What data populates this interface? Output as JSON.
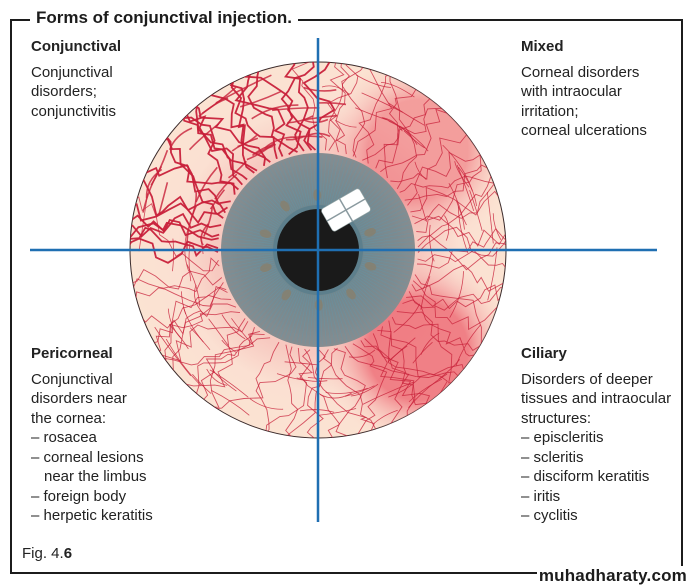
{
  "title": "Forms of conjunctival injection.",
  "quadrants": {
    "top_left": {
      "heading": "Conjunctival",
      "lines": [
        "Conjunctival",
        "disorders;",
        "conjunctivitis"
      ]
    },
    "top_right": {
      "heading": "Mixed",
      "lines": [
        "Corneal disorders",
        "with intraocular",
        "irritation;",
        "corneal ulcerations"
      ]
    },
    "bottom_left": {
      "heading": "Pericorneal",
      "lines": [
        "Conjunctival",
        "disorders near",
        "the cornea:",
        "– rosacea",
        "– corneal lesions",
        "near the limbus",
        "– foreign body",
        "– herpetic keratitis"
      ]
    },
    "bottom_right": {
      "heading": "Ciliary",
      "lines": [
        "Disorders of deeper",
        "tissues and intraocular",
        "structures:",
        "– episcleritis",
        "– scleritis",
        "– disciform keratitis",
        "– iritis",
        "– cyclitis"
      ]
    }
  },
  "figure_label": {
    "prefix": "Fig. 4.",
    "number": "6"
  },
  "watermark": "muhadharaty.com",
  "colors": {
    "sclera": "#f9dccb",
    "vessel": "#c8203a",
    "iris": "#7b8a90",
    "pupil": "#1a1a1a",
    "axis_line": "#1f6fb2",
    "frame": "#1c1c1c"
  }
}
